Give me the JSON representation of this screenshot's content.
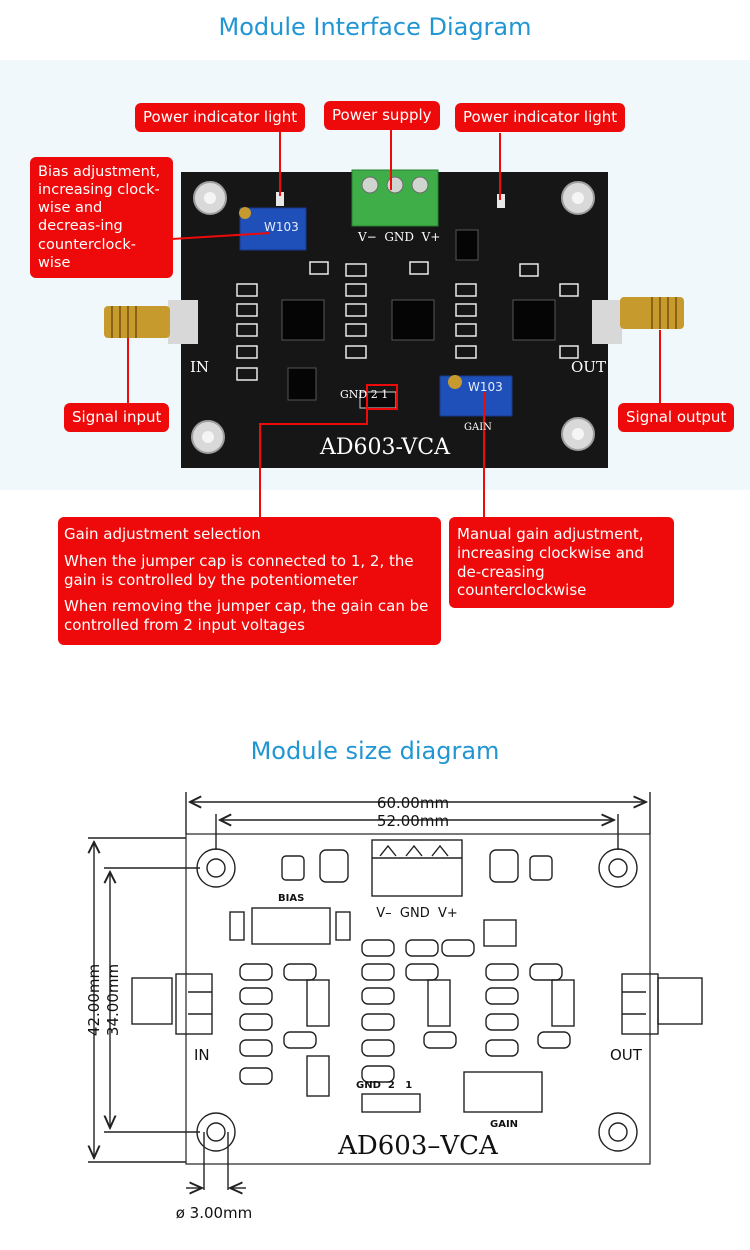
{
  "interface": {
    "title": "Module Interface Diagram",
    "callouts": {
      "power_light_left": "Power indicator light",
      "power_supply": "Power supply",
      "power_light_right": "Power indicator light",
      "bias_adjust": "Bias adjustment, increasing clock-wise and decreas-ing counterclock-wise",
      "signal_input": "Signal input",
      "signal_output": "Signal output",
      "gain_select_title": "Gain adjustment selection",
      "gain_select_p1": "When the jumper cap is connected to 1, 2, the gain is controlled by the potentiometer",
      "gain_select_p2": "When removing the jumper cap, the gain can be controlled from 2 input voltages",
      "manual_gain": "Manual gain adjustment, increasing clockwise and de-creasing counterclockwise"
    },
    "board": {
      "name": "AD603-VCA",
      "in_label": "IN",
      "out_label": "OUT",
      "terminal_label": "V−  GND  V+",
      "jumper_label": "GND 2 1",
      "gain_label": "GAIN",
      "pot_label": "W103"
    },
    "colors": {
      "callout": "#ee0a0a",
      "title": "#2196d3",
      "pcb": "#1a1a1a",
      "terminal": "#3fae49",
      "pot": "#1f4fb8"
    }
  },
  "size": {
    "title": "Module size diagram",
    "width_outer": "60.00mm",
    "width_inner": "52.00mm",
    "height_outer": "42.00mm",
    "height_inner": "34.00mm",
    "hole_diameter": "ø 3.00mm",
    "board_name": "AD603–VCA",
    "bias_label": "BIAS",
    "terminal_label": "V–  GND  V+",
    "in_label": "IN",
    "out_label": "OUT",
    "jumper_label": "GND  2   1",
    "gain_label": "GAIN"
  }
}
